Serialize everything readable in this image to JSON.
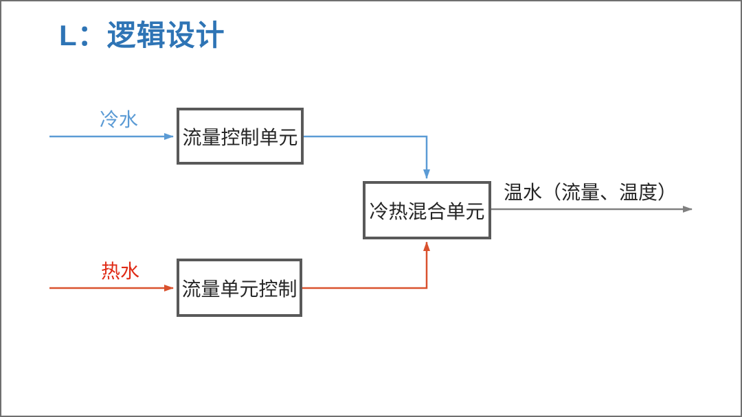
{
  "title": "L：逻辑设计",
  "diagram": {
    "inputs": {
      "cold_label": "冷水",
      "hot_label": "热水"
    },
    "boxes": {
      "flow_control": "流量控制单元",
      "mixing": "冷热混合单元",
      "flow_unit_control": "流量单元控制"
    },
    "output_label": "温水（流量、温度）",
    "colors": {
      "title": "#2E74B5",
      "cold": "#5B9BD5",
      "hot": "#D9512D",
      "hot_label": "#E02B16",
      "output": "#808080",
      "box_border": "#595959",
      "box_text": "#262626"
    }
  }
}
